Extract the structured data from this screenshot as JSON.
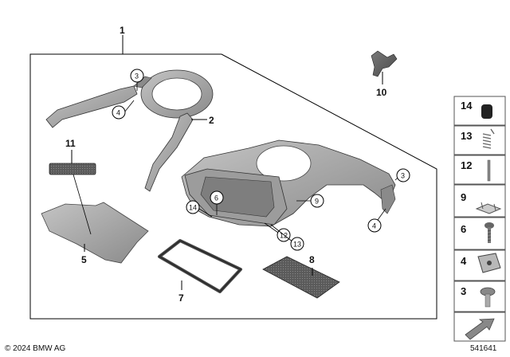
{
  "callouts": {
    "c1": "1",
    "c2": "2",
    "c3a": "3",
    "c3b": "3",
    "c4a": "4",
    "c4b": "4",
    "c5": "5",
    "c6": "6",
    "c7": "7",
    "c8": "8",
    "c9": "9",
    "c10": "10",
    "c11": "11",
    "c12": "12",
    "c13": "13",
    "c14": "14"
  },
  "legend": {
    "items": [
      "14",
      "13",
      "12",
      "9",
      "6",
      "4",
      "3"
    ]
  },
  "footer": {
    "copyright": "© 2024 BMW AG",
    "diagram_id": "541641"
  },
  "colors": {
    "part_fill": "#a9a9a9",
    "part_dark": "#6f6f6f",
    "outline": "#000000",
    "legend_border": "#555555"
  }
}
